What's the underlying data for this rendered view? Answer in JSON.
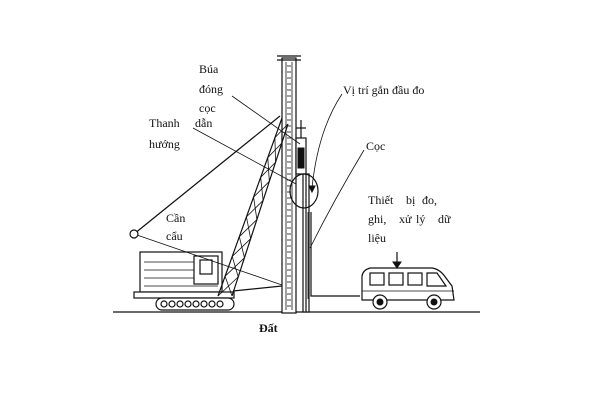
{
  "diagram": {
    "labels": {
      "hammer": [
        "Búa",
        "đóng",
        "cọc"
      ],
      "guide_rod": [
        "Thanh",
        "dẫn",
        "hướng"
      ],
      "crane": [
        "Cần",
        "cẩu"
      ],
      "sensor_position": "Vị trí gắn đầu đo",
      "pile": "Cọc",
      "device": [
        "Thiết",
        "bị",
        "đo,",
        "ghi,",
        "xử",
        "lý",
        "dữ",
        "liệu"
      ],
      "ground": "Đất"
    }
  }
}
